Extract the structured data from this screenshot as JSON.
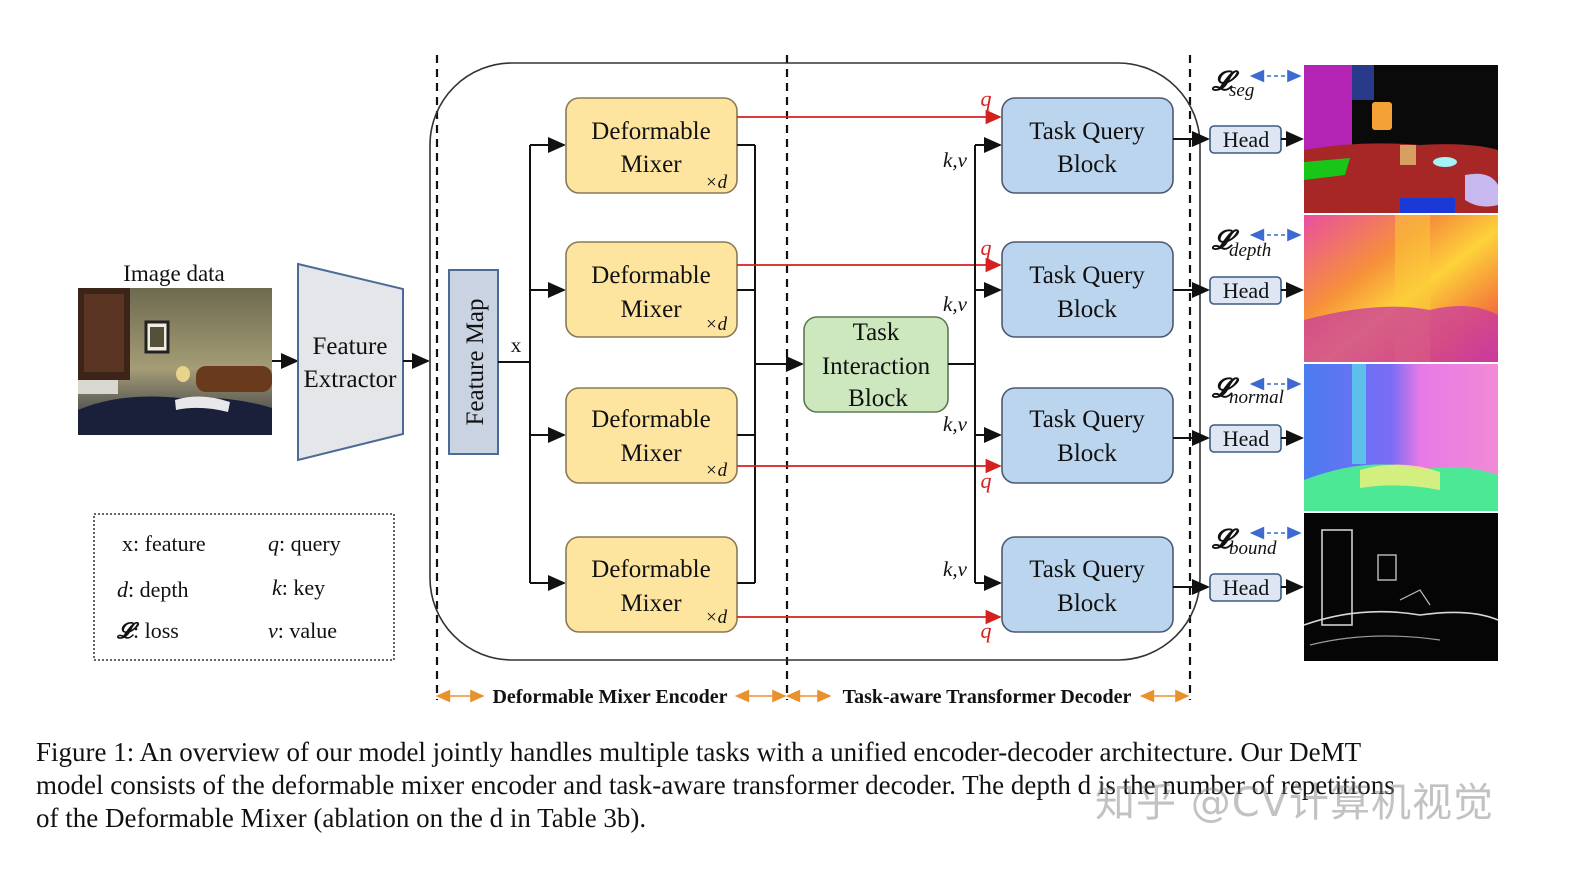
{
  "input": {
    "title": "Image data"
  },
  "extractor": {
    "line1": "Feature",
    "line2": "Extractor"
  },
  "feature_map": {
    "label": "Feature Map",
    "x_label": "x"
  },
  "mixers": [
    {
      "line1": "Deformable",
      "line2": "Mixer",
      "mult": "×d"
    },
    {
      "line1": "Deformable",
      "line2": "Mixer",
      "mult": "×d"
    },
    {
      "line1": "Deformable",
      "line2": "Mixer",
      "mult": "×d"
    },
    {
      "line1": "Deformable",
      "line2": "Mixer",
      "mult": "×d"
    }
  ],
  "interaction": {
    "line1": "Task",
    "line2": "Interaction",
    "line3": "Block"
  },
  "queries": [
    {
      "line1": "Task Query",
      "line2": "Block",
      "q": "q",
      "kv": "k,v"
    },
    {
      "line1": "Task Query",
      "line2": "Block",
      "q": "q",
      "kv": "k,v"
    },
    {
      "line1": "Task Query",
      "line2": "Block",
      "q": "q",
      "kv": "k,v"
    },
    {
      "line1": "Task Query",
      "line2": "Block",
      "q": "q",
      "kv": "k,v"
    }
  ],
  "heads": [
    {
      "label": "Head",
      "loss_sub": "seg"
    },
    {
      "label": "Head",
      "loss_sub": "depth"
    },
    {
      "label": "Head",
      "loss_sub": "normal"
    },
    {
      "label": "Head",
      "loss_sub": "bound"
    }
  ],
  "loss_symbol": "𝓛",
  "legend": {
    "x": "x: feature",
    "q": ": query",
    "q_sym": "q",
    "d": ": depth",
    "d_sym": "d",
    "k": ": key",
    "k_sym": "k",
    "L": ": loss",
    "v": ": value",
    "v_sym": "v"
  },
  "sections": {
    "encoder": "Deformable Mixer Encoder",
    "decoder": "Task-aware Transformer Decoder"
  },
  "caption": {
    "line1": "Figure 1: An overview of our model jointly handles multiple tasks with a unified encoder-decoder architecture. Our DeMT",
    "line2": "model consists of the deformable mixer encoder and task-aware transformer decoder. The depth d is the number of repetitions",
    "line3": "of the Deformable Mixer (ablation on the d in Table 3b)."
  },
  "watermark": "知乎 @CV计算机视觉",
  "colors": {
    "mixer_fill": "#fde5a0",
    "mixer_stroke": "#b8973a",
    "query_fill": "#bcd5ee",
    "query_stroke": "#5a6f8c",
    "interaction_fill": "#cde8bf",
    "interaction_stroke": "#6f9a5c",
    "featuremap_fill": "#c9d3e2",
    "extractor_fill": "#e4e6ea",
    "head_fill": "#dde6f2",
    "q_arrow": "#d61f1f",
    "loss_arrow": "#3c6ad0"
  }
}
